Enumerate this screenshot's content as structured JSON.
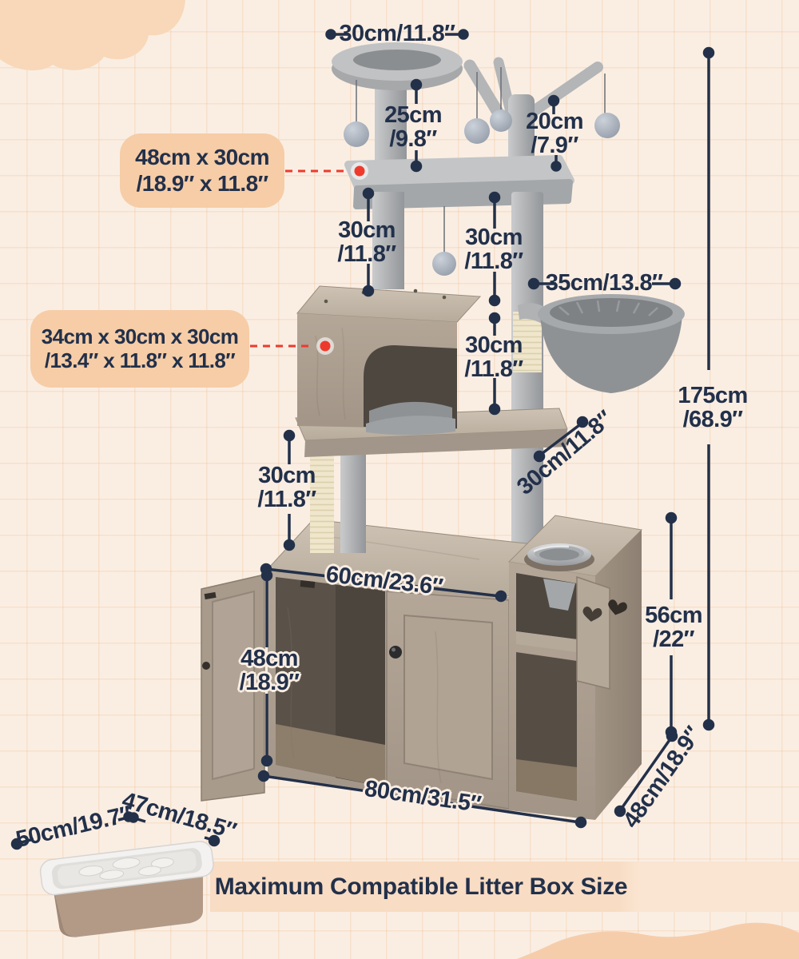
{
  "banner": {
    "title": "Maximum Compatible Litter Box Size"
  },
  "callouts": {
    "platform": {
      "text": "48cm x 30cm\n/18.9″ x 11.8″"
    },
    "condo": {
      "text": "34cm x 30cm x 30cm\n/13.4″ x 11.8″ x 11.8″"
    }
  },
  "dimensions": {
    "top_perch_diameter": "30cm/11.8″",
    "top_post_height": "25cm\n/9.8″",
    "branch_toy_height": "20cm\n/7.9″",
    "upper_left_post_height": "30cm\n/11.8″",
    "upper_right_post_height": "30cm\n/11.8″",
    "hammock_diameter": "35cm/13.8″",
    "mid_post_height": "30cm\n/11.8″",
    "overall_height": "175cm\n/68.9″",
    "platform_depth": "30cm/11.8″",
    "lower_post_height": "30cm\n/11.8″",
    "enclosure_inner_width": "60cm/23.6″",
    "enclosure_inner_height": "48cm\n/18.9″",
    "cabinet_height": "56cm\n/22″",
    "cabinet_width": "80cm/31.5″",
    "cabinet_depth": "48cm/18.9″",
    "litter_box_length": "50cm/19.7″",
    "litter_box_width": "47cm/18.5″"
  },
  "colors": {
    "background": "#faeee3",
    "dimension_text": "#22304a",
    "callout_background": "#f6cda7",
    "connector_red": "#ee3a2c",
    "banner_band": "#f8dcc3",
    "corner_blob": "#f8d8b9"
  }
}
